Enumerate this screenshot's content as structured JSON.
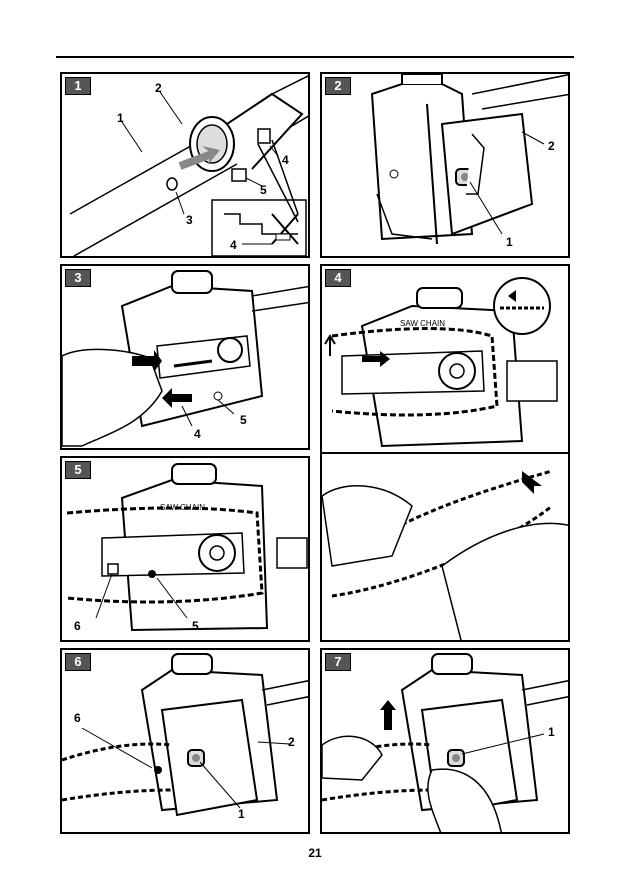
{
  "page": {
    "number": "21"
  },
  "panels": [
    {
      "id": "1",
      "label": "1",
      "callouts": [
        "1",
        "2",
        "3",
        "4",
        "5",
        "4"
      ]
    },
    {
      "id": "2",
      "label": "2",
      "callouts": [
        "2",
        "1"
      ]
    },
    {
      "id": "3",
      "label": "3",
      "callouts": [
        "5",
        "4"
      ]
    },
    {
      "id": "4",
      "label": "4",
      "callouts": [],
      "text": "SAW CHAIN"
    },
    {
      "id": "5",
      "label": "5",
      "callouts": [
        "6",
        "5"
      ],
      "text": "SAW CHAIN"
    },
    {
      "id": "6",
      "label": "6",
      "callouts": [
        "6",
        "2",
        "1"
      ]
    },
    {
      "id": "7",
      "label": "7",
      "callouts": [
        "1"
      ]
    }
  ]
}
